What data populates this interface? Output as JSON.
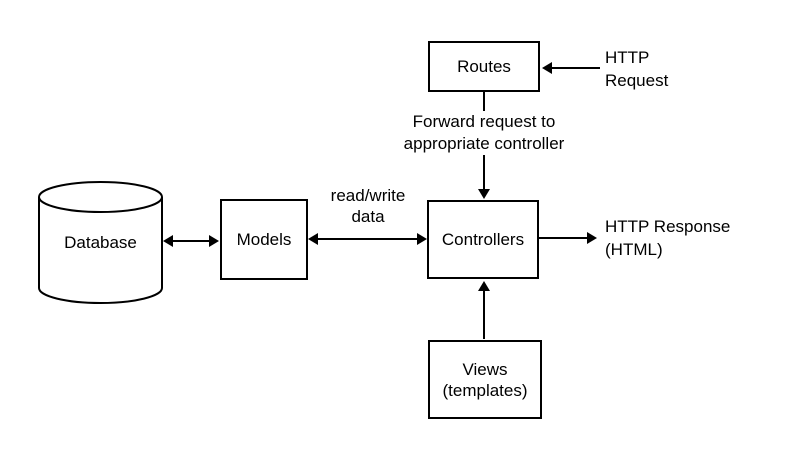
{
  "diagram": {
    "boxes": {
      "routes": {
        "label": "Routes"
      },
      "models": {
        "label": "Models"
      },
      "controllers": {
        "label": "Controllers"
      },
      "views": {
        "label": "Views\n(templates)"
      },
      "database": {
        "label": "Database",
        "shape": "cylinder"
      }
    },
    "annotations": {
      "http_request": "HTTP\nRequest",
      "forward_request": "Forward request to\nappropriate controller",
      "read_write": "read/write\ndata",
      "http_response": "HTTP Response\n(HTML)"
    },
    "edges": [
      {
        "from": "HTTP Request",
        "to": "Routes",
        "direction": "one-way"
      },
      {
        "from": "Routes",
        "to": "Controllers",
        "direction": "one-way",
        "label": "Forward request to appropriate controller"
      },
      {
        "from": "Database",
        "to": "Models",
        "direction": "two-way"
      },
      {
        "from": "Models",
        "to": "Controllers",
        "direction": "two-way",
        "label": "read/write data"
      },
      {
        "from": "Controllers",
        "to": "HTTP Response (HTML)",
        "direction": "one-way"
      },
      {
        "from": "Views (templates)",
        "to": "Controllers",
        "direction": "one-way"
      }
    ],
    "colors": {
      "stroke": "#000000",
      "background": "#ffffff",
      "text": "#000000"
    }
  }
}
